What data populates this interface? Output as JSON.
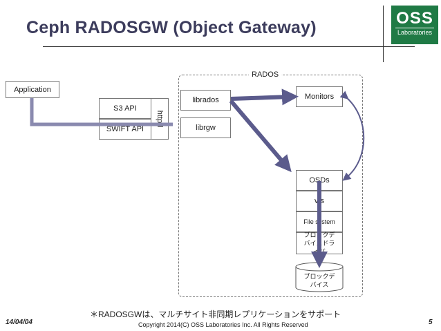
{
  "header": {
    "title": "Ceph RADOSGW (Object Gateway)",
    "logo_big": "OSS",
    "logo_small": "Laboratories"
  },
  "diagram": {
    "application": "Application",
    "s3_api": "S3 API",
    "swift_api": "SWIFT API",
    "httpd": "httpd",
    "librados": "librados",
    "librgw": "librgw",
    "rados_label": "RADOS",
    "monitors": "Monitors",
    "osds": "OSDs",
    "vfs": "vfs",
    "file_system": "File system",
    "block_driver": "ブロックデバイスドライバ",
    "block_device": "ブロックデバイス"
  },
  "note": "＊RADOSGWは、マルチサイト非同期レプリケーションをサポート",
  "footer": {
    "date": "14/04/04",
    "copyright": "Copyright 2014(C) OSS Laboratories Inc. All Rights Reserved",
    "page": "5"
  },
  "colors": {
    "arrow": "#5b5b8c",
    "logo_bg": "#1f7a45",
    "title": "#3c3c5c"
  }
}
